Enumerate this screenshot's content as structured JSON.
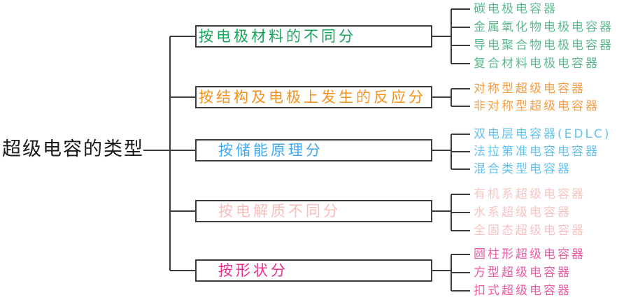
{
  "root": {
    "label": "超级电容的类型",
    "color": "#1a1a1a"
  },
  "line_color": "#3c3c3c",
  "branches": [
    {
      "label": "按电极材料的不同分",
      "color": "#18a45a",
      "leaf_color": "#5cbb8e",
      "leaves": [
        "碳电极电容器",
        "金属氧化物电极电容器",
        "导电聚合物电极电容器",
        "复合材料电极电容器"
      ]
    },
    {
      "label": "按结构及电极上发生的反应分",
      "color": "#f6921e",
      "leaf_color": "#f89d44",
      "leaves": [
        "对称型超级电容器",
        "非对称型超级电容器"
      ]
    },
    {
      "label": "按储能原理分",
      "color": "#3fa9f5",
      "leaf_color": "#62c3f3",
      "leaves": [
        "双电层电容器(EDLC)",
        "法拉第准电容电容器",
        "混合类型电容器"
      ]
    },
    {
      "label": "按电解质不同分",
      "color": "#f8bcbb",
      "leaf_color": "#f9c4c1",
      "leaves": [
        "有机系超级电容器",
        "水系超级电容器",
        "全固态超级电容器"
      ]
    },
    {
      "label": "按形状分",
      "color": "#ec2e8f",
      "leaf_color": "#ee5ca4",
      "leaves": [
        "圆柱形超级电容器",
        "方型超级电容器",
        "扣式超级电容器"
      ]
    }
  ]
}
